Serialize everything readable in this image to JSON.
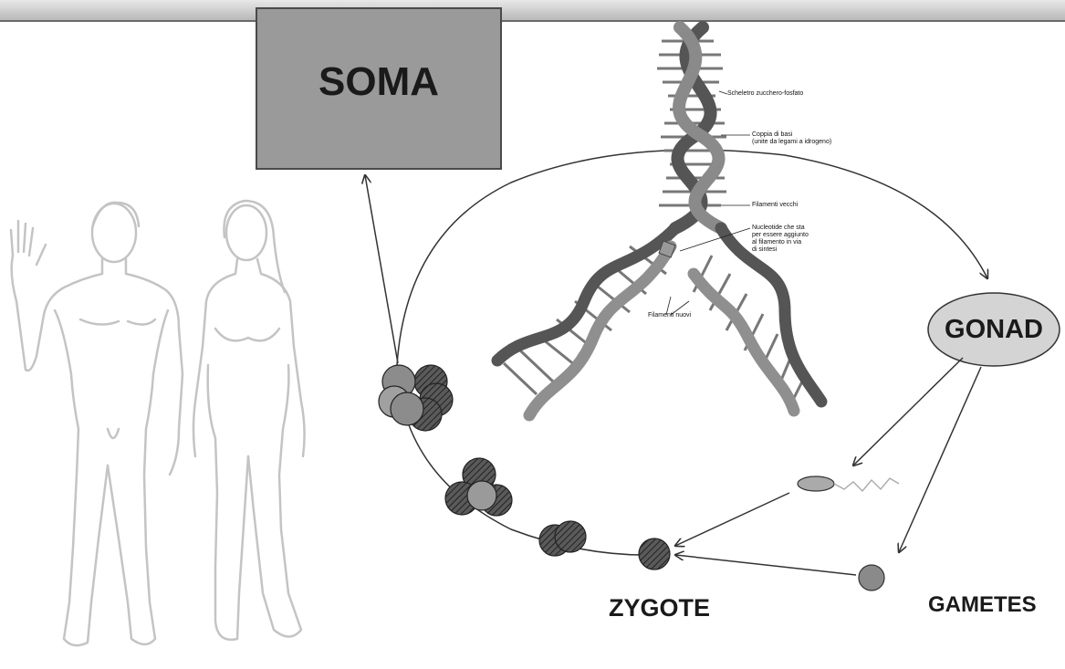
{
  "diagram": {
    "soma_label": "SOMA",
    "gonad_label": "GONAD",
    "zygote_label": "ZYGOTE",
    "gametes_label": "GAMETES",
    "dna_labels": {
      "backbone": "Scheletro zucchero-fosfato",
      "base_pair_line1": "Coppia di basi",
      "base_pair_line2": "(unite da legami a idrogeno)",
      "old_strands": "Filamenti vecchi",
      "nucleotide_line1": "Nucleotide che sta",
      "nucleotide_line2": "per essere aggiunto",
      "nucleotide_line3": "al filamento in via",
      "nucleotide_line4": "di sintesi",
      "new_strands": "Filamenti nuovi"
    }
  }
}
